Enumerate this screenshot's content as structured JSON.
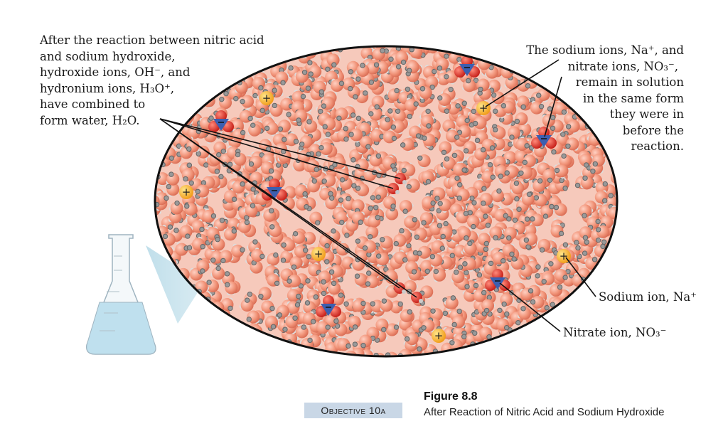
{
  "left_note": {
    "lines": [
      "After the reaction between nitric acid",
      "and sodium hydroxide,",
      "hydroxide ions, OH⁻, and",
      "hydronium ions, H₃O⁺,",
      "have combined to",
      "form water, H₂O."
    ]
  },
  "right_note": {
    "lines": [
      "The sodium ions, Na⁺, and",
      "nitrate ions, NO₃⁻,",
      "remain in solution",
      "in the same form",
      "they were in",
      "before the",
      "reaction."
    ]
  },
  "labels": {
    "sodium": "Sodium ion, Na⁺",
    "nitrate": "Nitrate ion, NO₃⁻"
  },
  "caption": {
    "objective": "Objective 10a",
    "figure": "Figure 8.8",
    "title": "After Reaction of Nitric Acid and Sodium Hydroxide"
  },
  "colors": {
    "water_oxygen": "#f08a72",
    "sodium": "#f5b02a",
    "nitrate_n": "#3c5fb0",
    "nitrate_o": "#e0332a",
    "objective_bg": "#c9d7e6"
  }
}
